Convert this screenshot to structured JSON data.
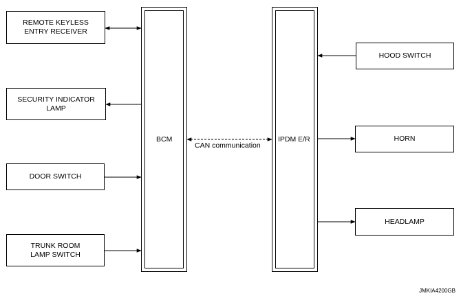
{
  "left_components": [
    {
      "lines": [
        "REMOTE KEYLESS",
        "ENTRY RECEIVER"
      ]
    },
    {
      "lines": [
        "SECURITY INDICATOR",
        "LAMP"
      ]
    },
    {
      "lines": [
        "DOOR SWITCH"
      ]
    },
    {
      "lines": [
        "TRUNK ROOM",
        "LAMP SWITCH"
      ]
    }
  ],
  "right_components": [
    {
      "lines": [
        "HOOD SWITCH"
      ]
    },
    {
      "lines": [
        "HORN"
      ]
    },
    {
      "lines": [
        "HEADLAMP"
      ]
    }
  ],
  "modules": {
    "bcm": "BCM",
    "ipdm": "IPDM E/R"
  },
  "can_label": "CAN communication",
  "reference_code": "JMKIA4200GB"
}
